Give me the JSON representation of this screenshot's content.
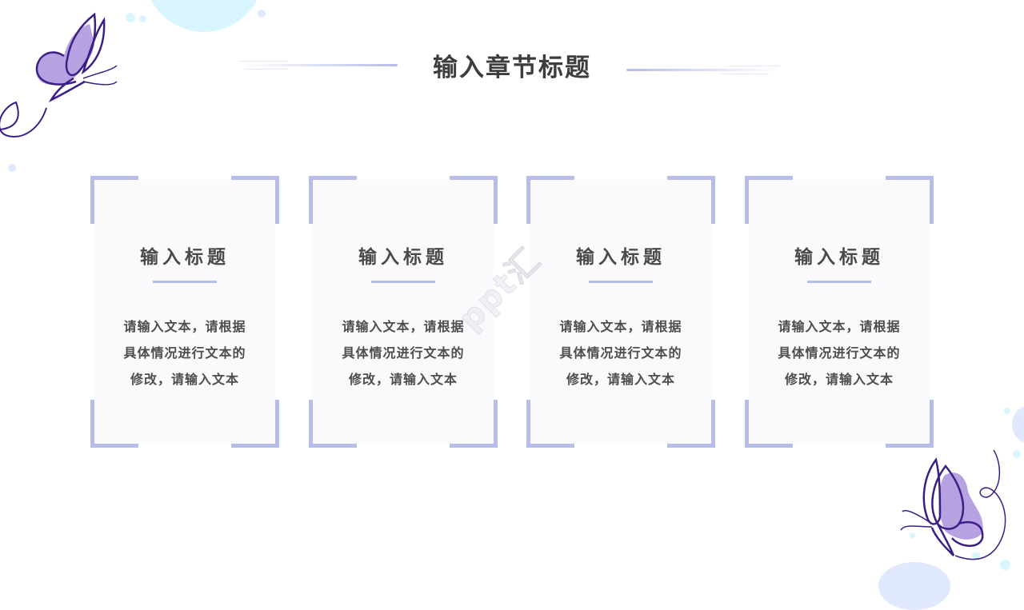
{
  "header": {
    "title": "输入章节标题"
  },
  "cards": [
    {
      "title": "输入标题",
      "body_lines": [
        "请输入文本，请根据",
        "具体情况进行文本的",
        "修改，请输入文本"
      ]
    },
    {
      "title": "输入标题",
      "body_lines": [
        "请输入文本，请根据",
        "具体情况进行文本的",
        "修改，请输入文本"
      ]
    },
    {
      "title": "输入标题",
      "body_lines": [
        "请输入文本，请根据",
        "具体情况进行文本的",
        "修改，请输入文本"
      ]
    },
    {
      "title": "输入标题",
      "body_lines": [
        "请输入文本，请根据",
        "具体情况进行文本的",
        "修改，请输入文本"
      ]
    }
  ],
  "watermark": {
    "text": "ppt汇"
  },
  "colors": {
    "accent_lavender": "#b5bde9",
    "butterfly_outline": "#3b1f86",
    "butterfly_fill": "#b6a2e0",
    "bubble_cyan": "#d9f5fd",
    "bubble_blue": "#dfe8fc",
    "title_text": "#3d3d3f",
    "card_bg": "#fafafd"
  }
}
